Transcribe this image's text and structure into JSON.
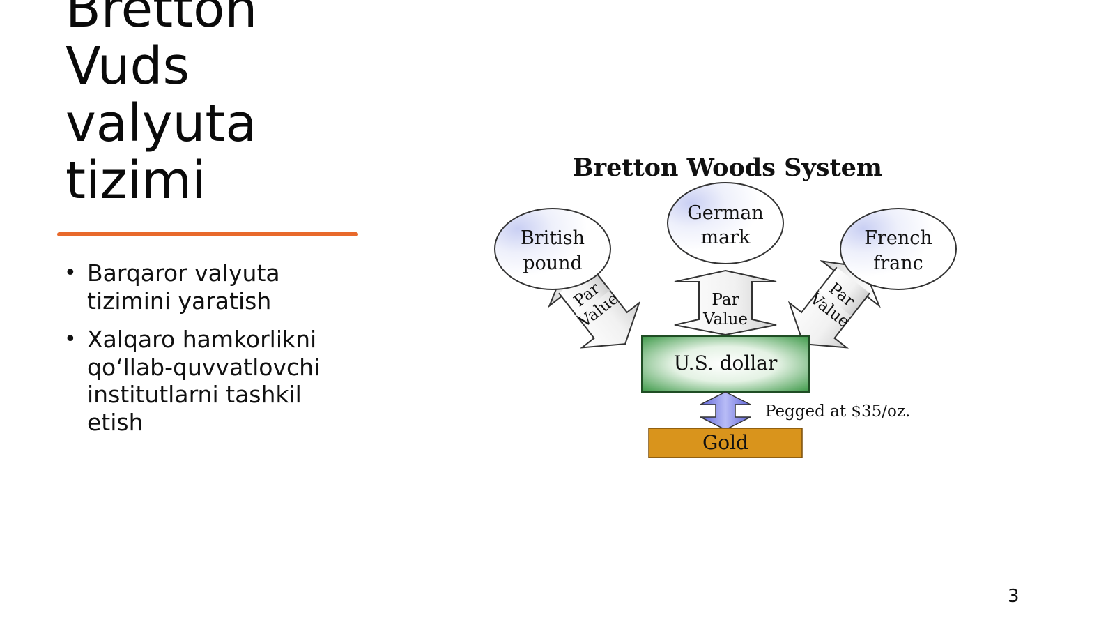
{
  "slide": {
    "title_lines": [
      "Bretton",
      "Vuds",
      "valyuta",
      "tizimi"
    ],
    "accent_color": "#e8692b",
    "bullets": [
      "Barqaror valyuta tizimini yaratish",
      "Xalqaro hamkorlikni qo‘llab-quvvatlovchi institutlarni tashkil etish"
    ],
    "page_number": "3"
  },
  "diagram": {
    "title": "Bretton Woods System",
    "currencies": {
      "left": [
        "British",
        "pound"
      ],
      "center": [
        "German",
        "mark"
      ],
      "right": [
        "French",
        "franc"
      ]
    },
    "arrow_label": [
      "Par",
      "Value"
    ],
    "anchor": "U.S. dollar",
    "peg_label": "Pegged at $35/oz.",
    "base": "Gold",
    "colors": {
      "dollar_box": "#3f9a4a",
      "gold_box": "#d9941c",
      "peg_arrow": "#7f84e8"
    }
  }
}
